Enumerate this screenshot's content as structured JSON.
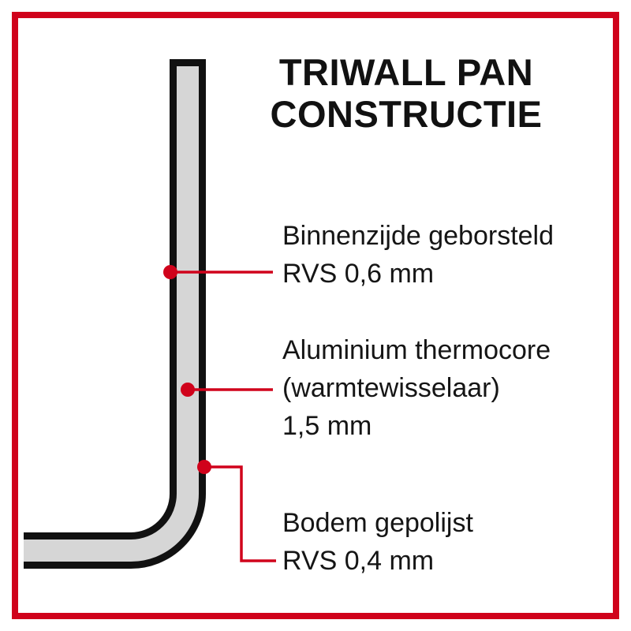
{
  "title": {
    "line1": "TRIWALL PAN",
    "line2": "CONSTRUCTIE"
  },
  "callouts": [
    {
      "target": "inner-steel-layer",
      "lines": [
        "Binnenzijde geborsteld",
        "RVS 0,6 mm"
      ]
    },
    {
      "target": "aluminium-core-layer",
      "lines": [
        "Aluminium thermocore",
        "(warmtewisselaar)",
        "1,5 mm"
      ]
    },
    {
      "target": "outer-bottom-layer",
      "lines": [
        "Bodem gepolijst",
        "RVS 0,4 mm"
      ]
    }
  ],
  "colors": {
    "accent_red": "#d0021b",
    "wall_steel_black": "#111111",
    "wall_core_gray": "#d6d6d6",
    "background": "#ffffff"
  }
}
